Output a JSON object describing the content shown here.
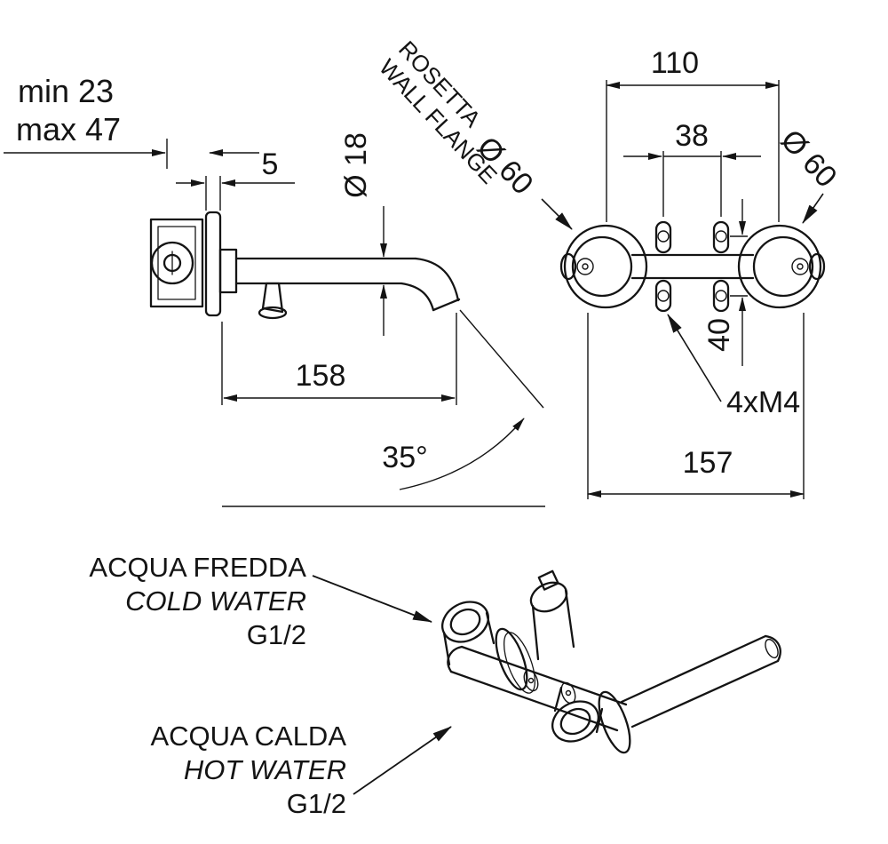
{
  "side_view": {
    "depth_min": "min 23",
    "depth_max": "max 47",
    "flange_thickness": "5",
    "spout_diameter": "Ø 18",
    "spout_length": "158",
    "spout_angle": "35°"
  },
  "front_view": {
    "flange_label_line1": "ROSETTA",
    "flange_label_line2": "WALL FLANGE",
    "flange_diameter_left": "Ø 60",
    "flange_diameter_right": "Ø 60",
    "centers_distance": "110",
    "screw_spacing_h": "38",
    "screw_spacing_v": "40",
    "screws": "4xM4",
    "overall_width": "157"
  },
  "perspective_view": {
    "cold_line1": "ACQUA FREDDA",
    "cold_line2": "COLD WATER",
    "cold_thread": "G1/2",
    "hot_line1": "ACQUA CALDA",
    "hot_line2": "HOT WATER",
    "hot_thread": "G1/2"
  },
  "colors": {
    "line": "#141414",
    "background": "#ffffff"
  }
}
